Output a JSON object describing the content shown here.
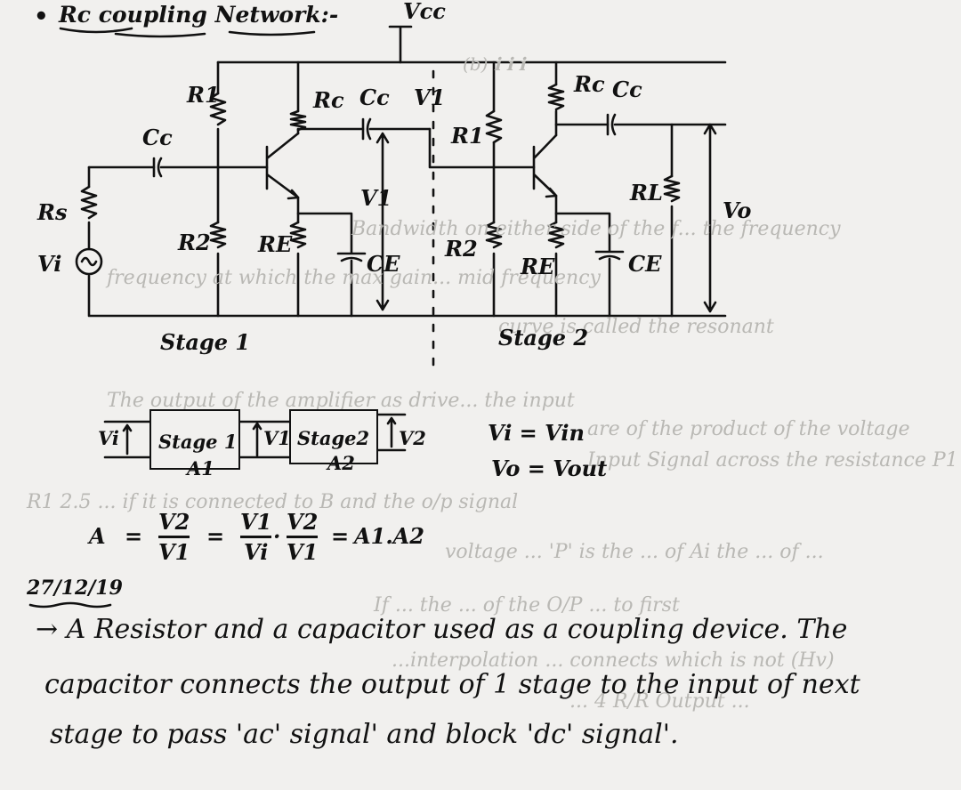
{
  "heading": {
    "bullet": "•",
    "title": "Rc coupling Network:-"
  },
  "circuit": {
    "vcc": "Vcc",
    "labels": {
      "rs": "Rs",
      "vi": "Vi",
      "cc_in": "Cc",
      "r1_stage1": "R1",
      "r2_stage1": "R2",
      "rc_stage1": "Rc",
      "re_stage1": "RE",
      "ce_stage1": "CE",
      "cc_mid": "Cc",
      "v1_top": "V1",
      "v1_side": "V1",
      "r1_stage2": "R1",
      "r2_stage2": "R2",
      "rc_stage2": "Rc",
      "cc_out": "Cc",
      "re_stage2": "RE",
      "ce_stage2": "CE",
      "rl": "RL",
      "vo": "Vo"
    },
    "stage1": "Stage 1",
    "stage2": "Stage 2"
  },
  "block_diagram": {
    "input": "Vi",
    "stage1": "Stage 1",
    "a1": "A1",
    "mid": "V1",
    "stage2": "Stage2",
    "a2": "A2",
    "output": "V2"
  },
  "relations": {
    "line1": "Vi = Vin",
    "line2": "Vo = Vout"
  },
  "gain": {
    "a": "A",
    "eq": "=",
    "f1_num": "V2",
    "f1_den": "V1",
    "eq2": "=",
    "f2_num": "V1",
    "f2_den": "Vi",
    "dot": "·",
    "f3_num": "V2",
    "f3_den": "V1",
    "eq3": "=",
    "result": "A1.A2"
  },
  "notes": {
    "date": "27/12/19",
    "line1": "→ A Resistor and a capacitor used as a coupling device. The",
    "line2": "capacitor connects the output of 1 stage to the input of next",
    "line3": "stage to pass 'ac' signal' and block 'dc' signal'."
  },
  "bleed_through": [
    "(b) ℹ ℹ ℹ",
    "Bandwidth on either side of the f... the frequency",
    "frequency at which the max gain... mid frequency",
    "curve is called the resonant",
    "The output of the amplifier as drive... the input",
    "are of the product of the voltage",
    "Input Signal across the resistance P1",
    "R1 2.5 ... if it is connected to B and the o/p signal",
    "voltage ... 'P' is the ... of Ai the ... of ...",
    "If ... the ... of the O/P ... to first",
    "...interpolation ... connects which is not (Hv)",
    "... 4 R/R Output ..."
  ]
}
